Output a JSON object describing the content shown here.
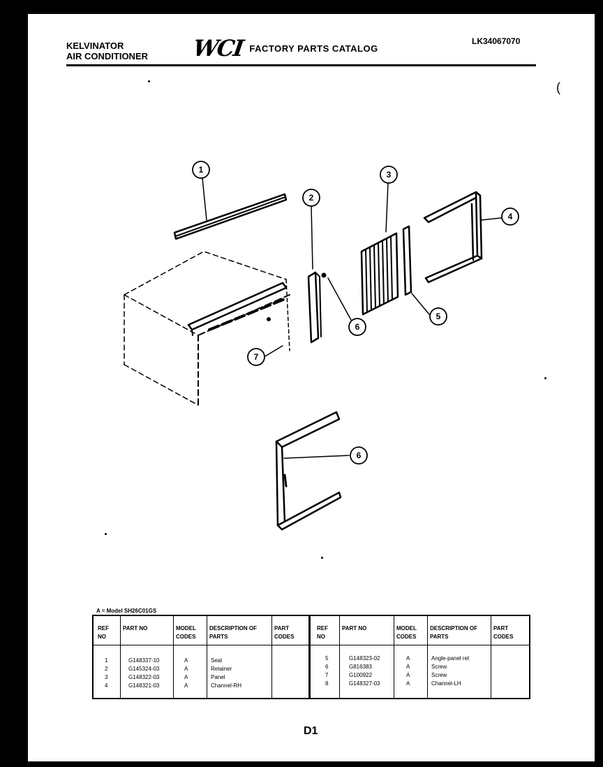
{
  "header": {
    "brand_line1": "KELVINATOR",
    "brand_line2": "AIR CONDITIONER",
    "logo": "WCI",
    "catalog_title": "FACTORY PARTS CATALOG",
    "model_number": "LK34067070"
  },
  "mark": "(",
  "callouts": [
    "1",
    "2",
    "3",
    "4",
    "5",
    "6",
    "7",
    "6"
  ],
  "table": {
    "model_note": "A = Model SH26C01GS",
    "headers": {
      "ref_no": "REF NO",
      "part_no": "PART NO",
      "model_codes": "MODEL CODES",
      "description": "DESCRIPTION OF PARTS",
      "part_codes": "PART CODES"
    },
    "left_rows": [
      {
        "ref": "1",
        "part": "G148337-10",
        "model": "A",
        "desc": "Seal"
      },
      {
        "ref": "2",
        "part": "G145324-03",
        "model": "A",
        "desc": "Retainer"
      },
      {
        "ref": "3",
        "part": "G148322-03",
        "model": "A",
        "desc": "Panel"
      },
      {
        "ref": "4",
        "part": "G148321-03",
        "model": "A",
        "desc": "Channel-RH"
      }
    ],
    "right_rows": [
      {
        "ref": "5",
        "part": "G148323-02",
        "model": "A",
        "desc": "Angle-panel ret"
      },
      {
        "ref": "6",
        "part": "G816383",
        "model": "A",
        "desc": "Screw"
      },
      {
        "ref": "7",
        "part": "G100922",
        "model": "A",
        "desc": "Screw"
      },
      {
        "ref": "8",
        "part": "G148327-03",
        "model": "A",
        "desc": "Channel-LH"
      }
    ]
  },
  "footer": "D1"
}
